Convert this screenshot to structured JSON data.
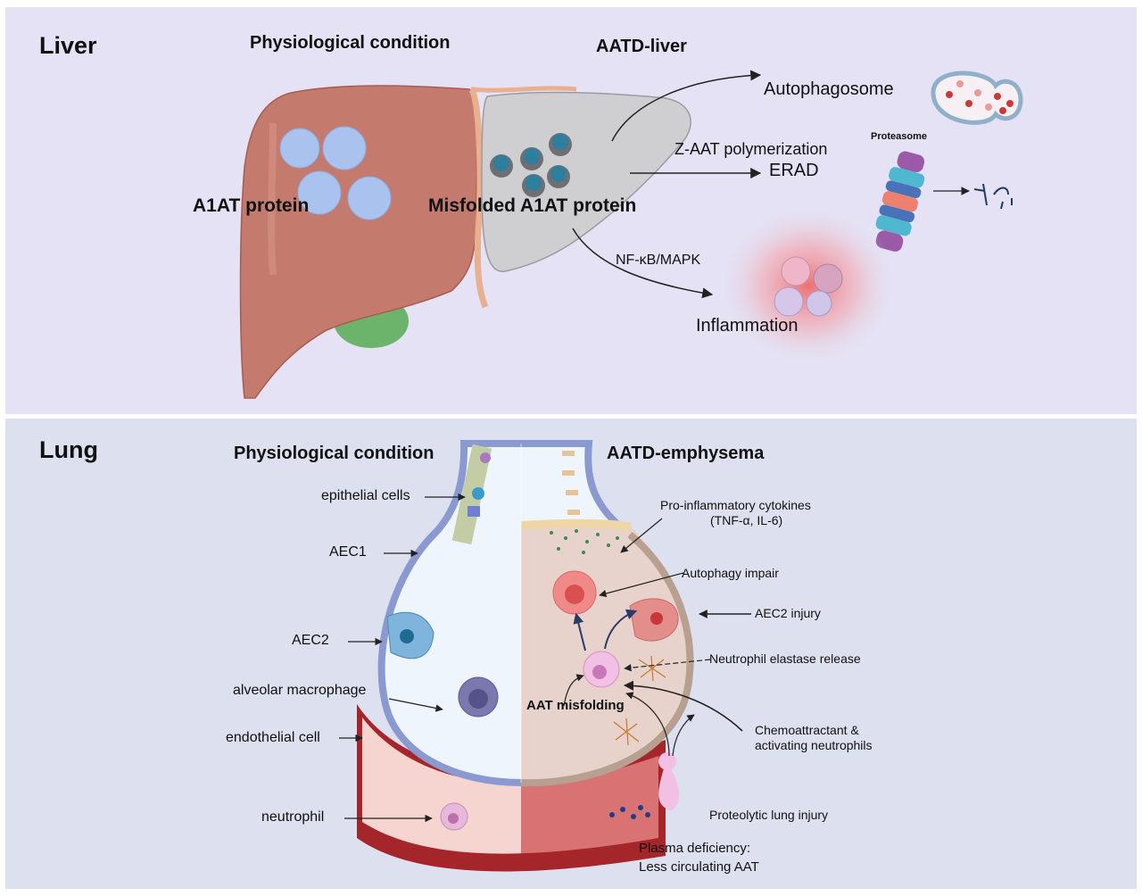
{
  "liver": {
    "section_title": "Liver",
    "physiological_title": "Physiological condition",
    "disease_title": "AATD-liver",
    "normal_protein_label": "A1AT protein",
    "misfolded_protein_label": "Misfolded A1AT protein",
    "pathways": {
      "autophagosome": "Autophagosome",
      "polymerization": "Z-AAT polymerization",
      "erad": "ERAD",
      "proteasome": "Proteasome",
      "signaling": "NF-κB/MAPK",
      "inflammation": "Inflammation"
    },
    "colors": {
      "background": "#e4e2f4",
      "healthy_liver": "#c47a6c",
      "diseased_liver": "#cfcfd2",
      "gallbladder": "#6cb46c",
      "protein_normal": "#a9c2ee",
      "protein_misfolded": "#2e7f9e",
      "inflammation_glow": "#f07878"
    }
  },
  "lung": {
    "section_title": "Lung",
    "physiological_title": "Physiological condition",
    "disease_title": "AATD-emphysema",
    "left_labels": {
      "epithelial": "epithelial cells",
      "aec1": "AEC1",
      "aec2": "AEC2",
      "macrophage": "alveolar macrophage",
      "endothelial": "endothelial cell",
      "neutrophil": "neutrophil"
    },
    "right_labels": {
      "cytokines_line1": "Pro-inflammatory cytokines",
      "cytokines_line2": "(TNF-α, IL-6)",
      "autophagy": "Autophagy impair",
      "aec2_injury": "AEC2 injury",
      "elastase": "Neutrophil elastase release",
      "misfolding": "AAT misfolding",
      "chemo_line1": "Chemoattractant &",
      "chemo_line2": "activating neutrophils",
      "proteolytic": "Proteolytic lung injury",
      "plasma_line1": "Plasma deficiency:",
      "plasma_line2": "Less circulating AAT"
    },
    "colors": {
      "background": "#dde0ee",
      "alveolus_lumen": "#eef5fc",
      "diseased_alveolus": "#e8d2cc",
      "vessel_wall": "#a4262a",
      "vessel_lumen_normal": "#f6d4cf",
      "vessel_lumen_disease": "#d97272",
      "aec2_cell": "#7fb4dc",
      "macrophage": "#7b78b0",
      "neutrophil": "#e7b7dc"
    }
  }
}
